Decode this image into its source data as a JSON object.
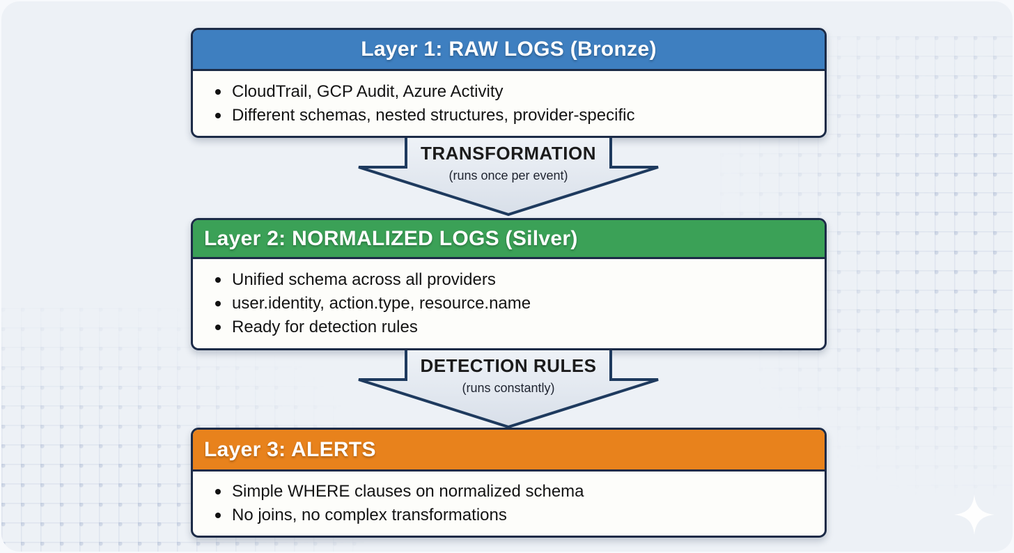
{
  "colors": {
    "canvas_background": "#edf1f6",
    "box_border": "#1c2b47",
    "box_body_background": "#fdfdfa",
    "layer1_header": "#3e7fc0",
    "layer2_header": "#3ba157",
    "layer3_header": "#e8821c",
    "arrow_fill_top": "#eef2f7",
    "arrow_fill_bottom": "#d8dfe9",
    "arrow_border": "#1e3a5e",
    "body_text": "#141414",
    "header_text": "#ffffff"
  },
  "layers": [
    {
      "title": "Layer 1: RAW LOGS (Bronze)",
      "header_color": "#3e7fc0",
      "bullets": [
        "CloudTrail, GCP Audit, Azure Activity",
        "Different schemas, nested structures, provider-specific"
      ]
    },
    {
      "title": "Layer 2: NORMALIZED LOGS (Silver)",
      "header_color": "#3ba157",
      "bullets": [
        "Unified schema across all providers",
        "user.identity, action.type, resource.name",
        "Ready for detection rules"
      ]
    },
    {
      "title": "Layer 3: ALERTS",
      "header_color": "#e8821c",
      "bullets": [
        "Simple WHERE clauses on normalized schema",
        "No joins, no complex transformations"
      ]
    }
  ],
  "arrows": [
    {
      "label": "TRANSFORMATION",
      "sublabel": "(runs once per event)"
    },
    {
      "label": "DETECTION RULES",
      "sublabel": "(runs constantly)"
    }
  ]
}
